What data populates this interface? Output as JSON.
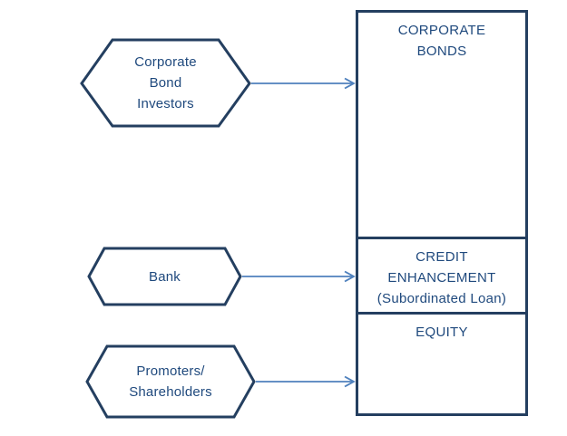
{
  "diagram": {
    "colors": {
      "shape_border": "#243f60",
      "shape_fill": "#ffffff",
      "text": "#1f497d",
      "arrow": "#4f81bd",
      "background": "#ffffff"
    },
    "hexagons": [
      {
        "id": "corporate-bond-investors",
        "label": "Corporate\nBond\nInvestors"
      },
      {
        "id": "bank",
        "label": "Bank"
      },
      {
        "id": "promoters-shareholders",
        "label": "Promoters/\nShareholders"
      }
    ],
    "stack_sections": [
      {
        "id": "corporate-bonds",
        "label": "CORPORATE\nBONDS"
      },
      {
        "id": "credit-enhancement",
        "label": "CREDIT\nENHANCEMENT\n(Subordinated Loan)"
      },
      {
        "id": "equity",
        "label": "EQUITY"
      }
    ],
    "arrows": [
      {
        "from": "corporate-bond-investors",
        "to": "corporate-bonds"
      },
      {
        "from": "bank",
        "to": "credit-enhancement"
      },
      {
        "from": "promoters-shareholders",
        "to": "equity"
      }
    ]
  }
}
